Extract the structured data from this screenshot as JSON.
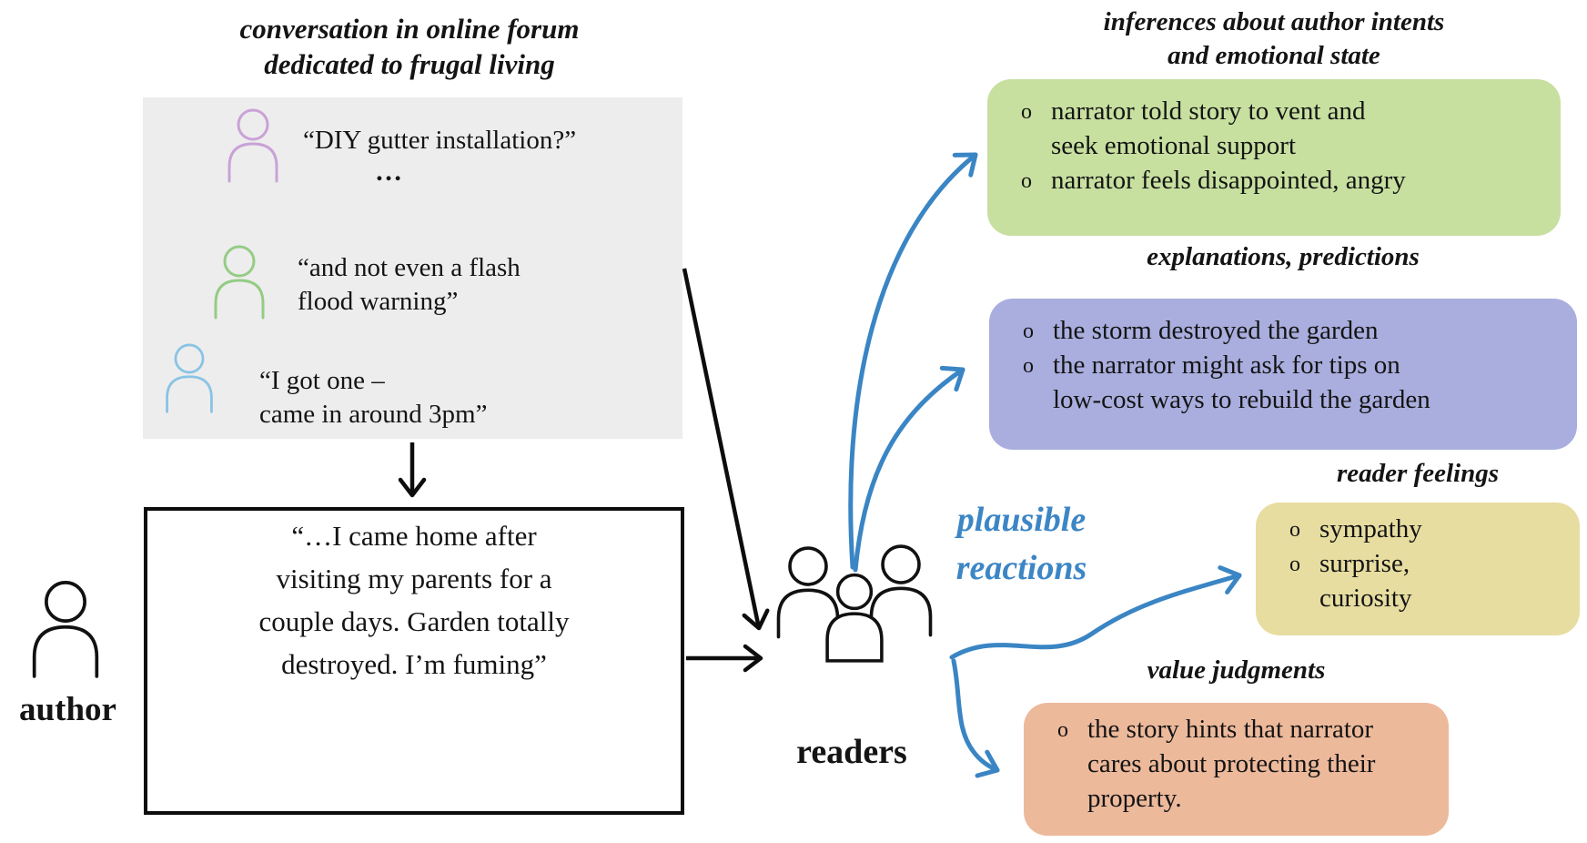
{
  "glyphs": {
    "bullet": "o",
    "ellipsis": "…"
  },
  "colors": {
    "blue_accent": "#3a85c4",
    "panel_gray": "#eeedee",
    "box_green": "#c7e0a0",
    "box_purple": "#a9aede",
    "box_yellow": "#e7dda0",
    "box_orange": "#edb99b",
    "icon_purple": "#c9a2d6",
    "icon_green": "#94cc85",
    "icon_blue": "#8ac4e4",
    "icon_black": "#111111"
  },
  "forum": {
    "title": {
      "line1": "conversation in online forum",
      "line2": "dedicated to frugal living"
    },
    "messages": {
      "m1": {
        "text": "“DIY gutter installation?”"
      },
      "m2": {
        "line1": "“and not even a flash",
        "line2": "flood warning”"
      },
      "m3": {
        "line1": "“I got one –",
        "line2": "came in around 3pm”"
      }
    }
  },
  "author": {
    "label": "author",
    "post": {
      "line1": "“…I came home after",
      "line2": "visiting my parents for a",
      "line3": "couple days. Garden totally",
      "line4": "destroyed. I’m fuming”"
    }
  },
  "readers": {
    "label": "readers"
  },
  "plausible": {
    "line1": "plausible",
    "line2": "reactions"
  },
  "boxes": {
    "inferences": {
      "title": {
        "line1": "inferences about author intents",
        "line2": "and emotional state"
      },
      "bullets": {
        "b1": {
          "l1": "narrator told story to vent and",
          "l2": "seek emotional support"
        },
        "b2": {
          "l1": "narrator feels disappointed, angry"
        }
      }
    },
    "explanations": {
      "title": "explanations, predictions",
      "bullets": {
        "b1": {
          "l1": "the storm destroyed the garden"
        },
        "b2": {
          "l1": "the narrator might ask for tips on",
          "l2": "low-cost ways to rebuild the garden"
        }
      }
    },
    "feelings": {
      "title": "reader feelings",
      "bullets": {
        "b1": {
          "l1": "sympathy"
        },
        "b2": {
          "l1": "surprise,",
          "l2": "curiosity"
        }
      }
    },
    "judgments": {
      "title": "value judgments",
      "bullets": {
        "b1": {
          "l1": "the story hints that narrator",
          "l2": "cares about protecting their",
          "l3": "property."
        }
      }
    }
  }
}
